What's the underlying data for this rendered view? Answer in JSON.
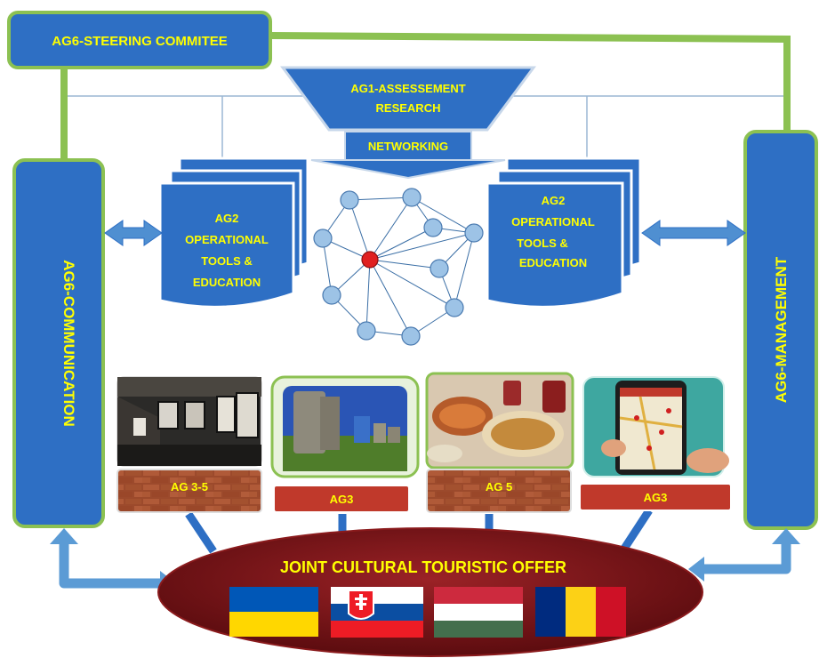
{
  "steering": {
    "label": "AG6-STEERING COMMITEE"
  },
  "assessment": {
    "line1": "AG1-ASSESSEMENT",
    "line2": "RESEARCH"
  },
  "networking": {
    "label": "NETWORKING"
  },
  "ag2_left": {
    "lines": [
      "AG2",
      "OPERATIONAL",
      "TOOLS &",
      "EDUCATION"
    ]
  },
  "ag2_right": {
    "lines": [
      "AG2",
      "OPERATIONAL",
      "TOOLS &",
      "EDUCATION"
    ]
  },
  "communication": {
    "label": "AG6-COMMUNICATION"
  },
  "management": {
    "label": "AG6-MANAGEMENT"
  },
  "cards": [
    {
      "label": "AG 3-5",
      "style": "brick",
      "photo": "gallery-interior"
    },
    {
      "label": "AG3",
      "style": "red",
      "photo": "stone-monument"
    },
    {
      "label": "AG 5",
      "style": "brick",
      "photo": "food-plate"
    },
    {
      "label": "AG3",
      "style": "red",
      "photo": "mobile-map"
    }
  ],
  "offer": {
    "title": "JOINT CULTURAL TOURISTIC OFFER"
  },
  "flags": [
    {
      "name": "ukraine-flag",
      "colors": [
        "#0057b7",
        "#ffd700"
      ]
    },
    {
      "name": "slovakia-flag",
      "colors": [
        "#ffffff",
        "#0b4ea2",
        "#ee1c25"
      ]
    },
    {
      "name": "hungary-flag",
      "colors": [
        "#cd2a3e",
        "#ffffff",
        "#436f4d"
      ]
    },
    {
      "name": "romania-flag",
      "colors": [
        "#002b7f",
        "#fcd116",
        "#ce1126"
      ]
    }
  ],
  "colors": {
    "box_blue": "#2e6fc4",
    "border_green": "#8cc152",
    "oval": "#7b1416",
    "label_red": "#c0392b",
    "node_blue": "#9dc3e6",
    "node_red": "#e02020"
  }
}
